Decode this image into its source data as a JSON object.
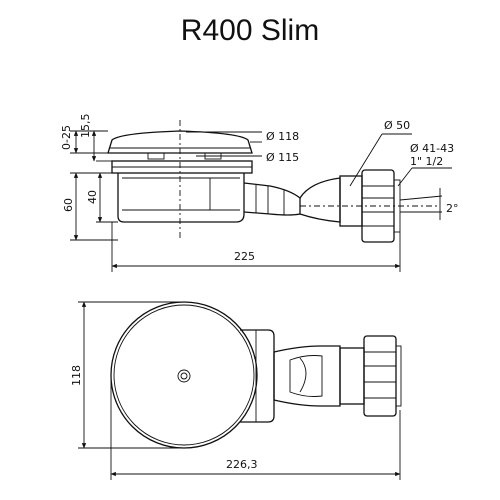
{
  "title": "R400 Slim",
  "side_view": {
    "dims": {
      "d0_25": "0-25",
      "d15_5": "15,5",
      "d40": "40",
      "d60": "60",
      "dia118": "Ø 118",
      "dia115": "Ø 115",
      "dia50": "Ø 50",
      "dia41_43": "Ø 41-43",
      "thread": "1\" 1/2",
      "angle": "2°",
      "len225": "225"
    }
  },
  "top_view": {
    "dims": {
      "h118": "118",
      "len226_3": "226,3"
    }
  }
}
